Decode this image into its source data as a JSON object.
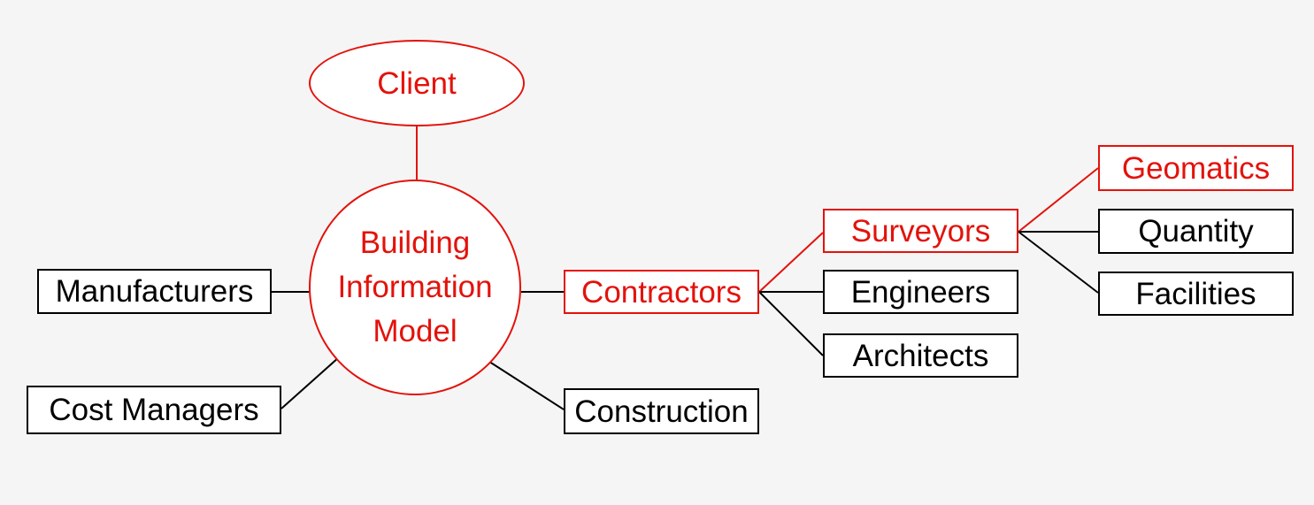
{
  "colors": {
    "highlight": "#e3120b",
    "default": "#000000",
    "background": "#f6f5f5"
  },
  "nodes": {
    "client": "Client",
    "bim": [
      "Building",
      "Information",
      "Model"
    ],
    "manufacturers": "Manufacturers",
    "cost_managers": "Cost Managers",
    "construction": "Construction",
    "contractors": "Contractors",
    "surveyors": "Surveyors",
    "engineers": "Engineers",
    "architects": "Architects",
    "geomatics": "Geomatics",
    "quantity": "Quantity",
    "facilities": "Facilities"
  },
  "edges": [
    {
      "from": "client",
      "to": "bim",
      "highlight": true
    },
    {
      "from": "bim",
      "to": "manufacturers",
      "highlight": false
    },
    {
      "from": "bim",
      "to": "cost_managers",
      "highlight": false
    },
    {
      "from": "bim",
      "to": "construction",
      "highlight": false
    },
    {
      "from": "bim",
      "to": "contractors",
      "highlight": false
    },
    {
      "from": "contractors",
      "to": "surveyors",
      "highlight": true
    },
    {
      "from": "contractors",
      "to": "engineers",
      "highlight": false
    },
    {
      "from": "contractors",
      "to": "architects",
      "highlight": false
    },
    {
      "from": "surveyors",
      "to": "geomatics",
      "highlight": true
    },
    {
      "from": "surveyors",
      "to": "quantity",
      "highlight": false
    },
    {
      "from": "surveyors",
      "to": "facilities",
      "highlight": false
    }
  ]
}
